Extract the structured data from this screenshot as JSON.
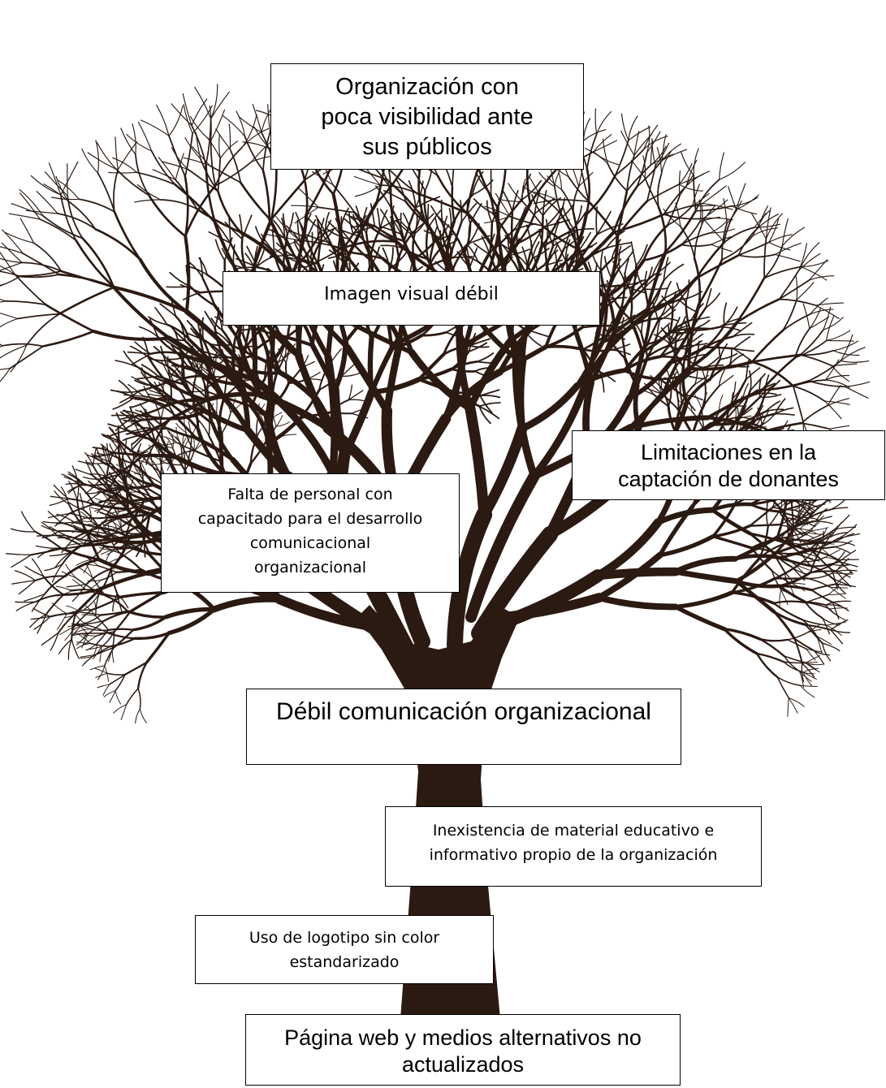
{
  "colors": {
    "tree": "#2b1a12",
    "box_border": "#000000",
    "background": "#ffffff"
  },
  "boxes": {
    "effect": "Organización   con\npoca visibilidad ante\nsus públicos",
    "imagen": "Imagen visual débil",
    "limitaciones": "Limitaciones en la\ncaptación de donantes",
    "falta": "Falta de personal con\ncapacitado para el desarrollo\ncomunicacional\norganizacional",
    "problema": "Débil comunicación organizacional",
    "inexistencia": "Inexistencia de material educativo e\ninformativo propio de la organización",
    "logotipo": "Uso de logotipo  sin color\nestandarizado",
    "pagina": "Página web y medios alternativos no\nactualizados"
  }
}
